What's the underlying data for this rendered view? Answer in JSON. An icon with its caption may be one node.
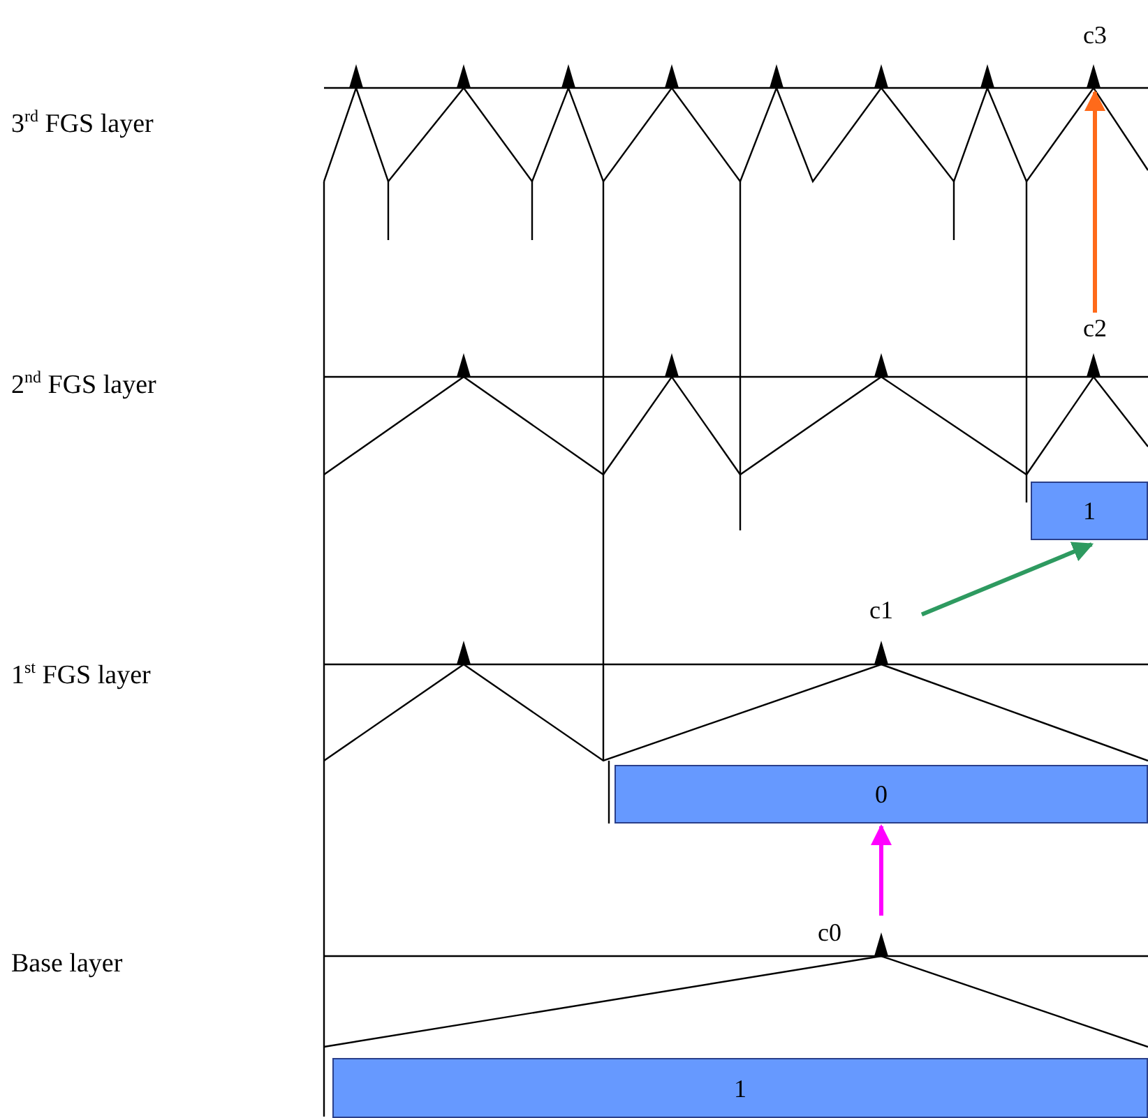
{
  "diagram": {
    "nodes": [
      {
        "text": [
          "c3"
        ]
      },
      {
        "text": [
          "c2"
        ]
      },
      {
        "text": [
          "1"
        ]
      },
      {
        "text": [
          "c1"
        ]
      },
      {
        "text": [
          "0"
        ]
      },
      {
        "text": [
          "c0"
        ]
      },
      {
        "text": [
          "1"
        ]
      }
    ],
    "edges": [
      {
        "from": 1,
        "to": 0,
        "arrow": "to",
        "color": "#ff6a1a"
      },
      {
        "from": 3,
        "to": 2,
        "arrow": "to",
        "color": "#2e9a60"
      },
      {
        "from": 5,
        "to": 4,
        "arrow": "to",
        "color": "#ff00ff"
      }
    ],
    "labels": [
      "3$^{rd}$ FGS layer",
      "2$^{nd}$ FGS layer",
      "1$^{st}$ FGS layer",
      "Base layer"
    ]
  }
}
